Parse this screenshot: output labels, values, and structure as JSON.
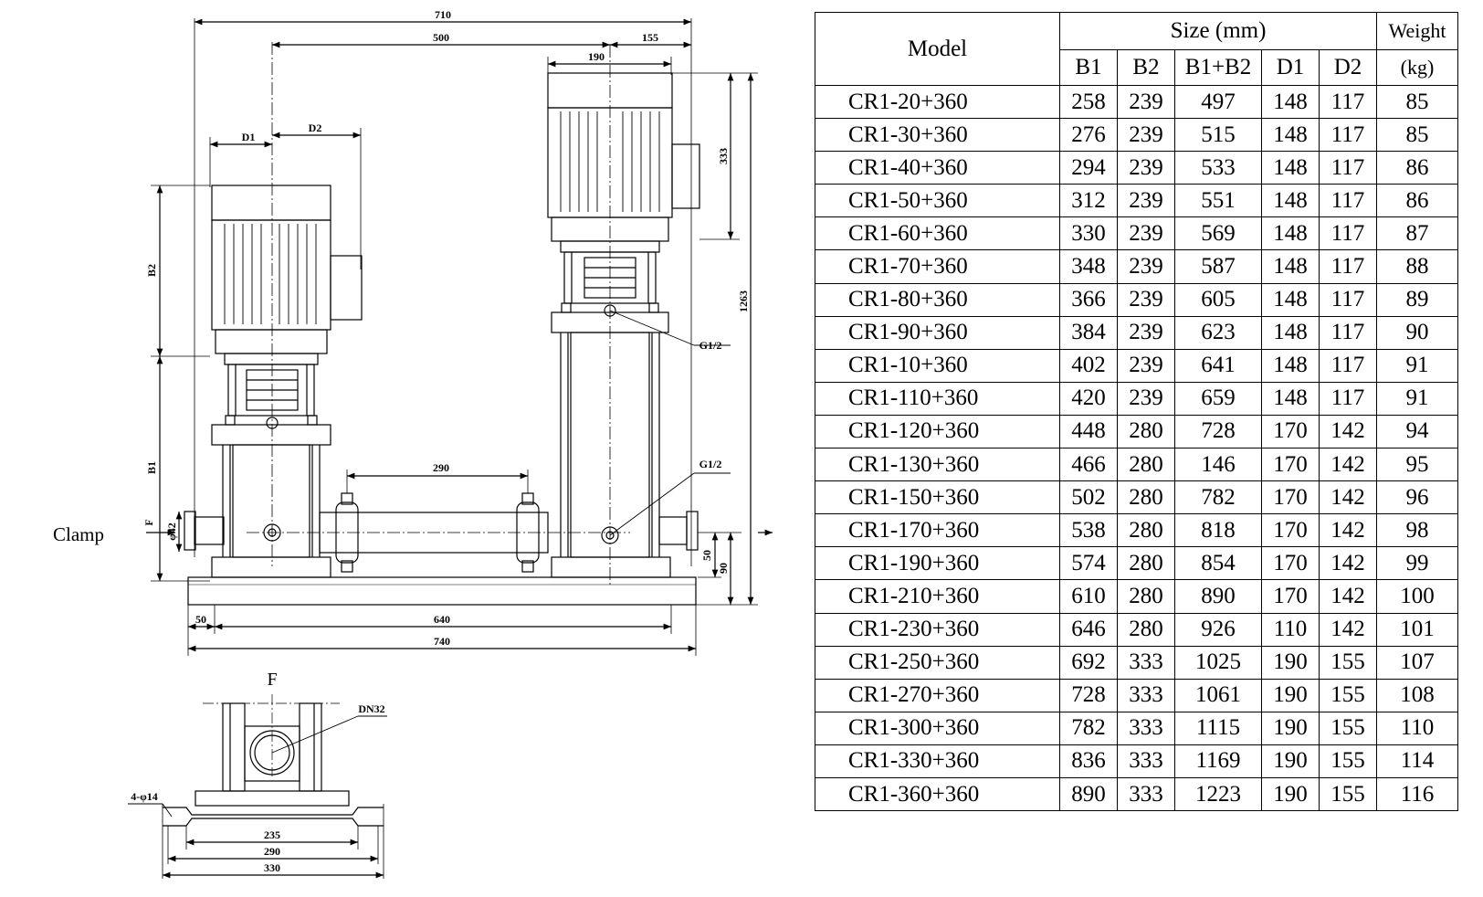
{
  "drawing": {
    "dims": {
      "overall_top": "710",
      "pump_centers": "500",
      "right_offset": "155",
      "motor_width": "190",
      "d1": "D1",
      "d2": "D2",
      "b2": "B2",
      "b1": "B1",
      "motor_height": "333",
      "total_height": "1263",
      "pipe_span": "290",
      "g_upper": "G1/2",
      "g_lower": "G1/2",
      "f_mark": "F",
      "phi": "φ42",
      "h50": "50",
      "h90": "90",
      "base_offset": "50",
      "base_inner": "640",
      "base_outer": "740",
      "view_title": "F",
      "dn": "DN32",
      "holes": "4-φ14",
      "foot_235": "235",
      "foot_290": "290",
      "foot_330": "330"
    },
    "clamp_label": "Clamp"
  },
  "table": {
    "header": {
      "model": "Model",
      "size": "Size (mm)",
      "weight_line1": "Weight",
      "weight_line2": "(kg)",
      "columns": [
        "B1",
        "B2",
        "B1+B2",
        "D1",
        "D2"
      ]
    },
    "rows": [
      {
        "model": "CR1-20+360",
        "b1": "258",
        "b2": "239",
        "sum": "497",
        "d1": "148",
        "d2": "117",
        "weight": "85"
      },
      {
        "model": "CR1-30+360",
        "b1": "276",
        "b2": "239",
        "sum": "515",
        "d1": "148",
        "d2": "117",
        "weight": "85"
      },
      {
        "model": "CR1-40+360",
        "b1": "294",
        "b2": "239",
        "sum": "533",
        "d1": "148",
        "d2": "117",
        "weight": "86"
      },
      {
        "model": "CR1-50+360",
        "b1": "312",
        "b2": "239",
        "sum": "551",
        "d1": "148",
        "d2": "117",
        "weight": "86"
      },
      {
        "model": "CR1-60+360",
        "b1": "330",
        "b2": "239",
        "sum": "569",
        "d1": "148",
        "d2": "117",
        "weight": "87"
      },
      {
        "model": "CR1-70+360",
        "b1": "348",
        "b2": "239",
        "sum": "587",
        "d1": "148",
        "d2": "117",
        "weight": "88"
      },
      {
        "model": "CR1-80+360",
        "b1": "366",
        "b2": "239",
        "sum": "605",
        "d1": "148",
        "d2": "117",
        "weight": "89"
      },
      {
        "model": "CR1-90+360",
        "b1": "384",
        "b2": "239",
        "sum": "623",
        "d1": "148",
        "d2": "117",
        "weight": "90"
      },
      {
        "model": "CR1-10+360",
        "b1": "402",
        "b2": "239",
        "sum": "641",
        "d1": "148",
        "d2": "117",
        "weight": "91"
      },
      {
        "model": "CR1-110+360",
        "b1": "420",
        "b2": "239",
        "sum": "659",
        "d1": "148",
        "d2": "117",
        "weight": "91"
      },
      {
        "model": "CR1-120+360",
        "b1": "448",
        "b2": "280",
        "sum": "728",
        "d1": "170",
        "d2": "142",
        "weight": "94"
      },
      {
        "model": "CR1-130+360",
        "b1": "466",
        "b2": "280",
        "sum": "146",
        "d1": "170",
        "d2": "142",
        "weight": "95"
      },
      {
        "model": "CR1-150+360",
        "b1": "502",
        "b2": "280",
        "sum": "782",
        "d1": "170",
        "d2": "142",
        "weight": "96"
      },
      {
        "model": "CR1-170+360",
        "b1": "538",
        "b2": "280",
        "sum": "818",
        "d1": "170",
        "d2": "142",
        "weight": "98"
      },
      {
        "model": "CR1-190+360",
        "b1": "574",
        "b2": "280",
        "sum": "854",
        "d1": "170",
        "d2": "142",
        "weight": "99"
      },
      {
        "model": "CR1-210+360",
        "b1": "610",
        "b2": "280",
        "sum": "890",
        "d1": "170",
        "d2": "142",
        "weight": "100"
      },
      {
        "model": "CR1-230+360",
        "b1": "646",
        "b2": "280",
        "sum": "926",
        "d1": "110",
        "d2": "142",
        "weight": "101"
      },
      {
        "model": "CR1-250+360",
        "b1": "692",
        "b2": "333",
        "sum": "1025",
        "d1": "190",
        "d2": "155",
        "weight": "107"
      },
      {
        "model": "CR1-270+360",
        "b1": "728",
        "b2": "333",
        "sum": "1061",
        "d1": "190",
        "d2": "155",
        "weight": "108"
      },
      {
        "model": "CR1-300+360",
        "b1": "782",
        "b2": "333",
        "sum": "1115",
        "d1": "190",
        "d2": "155",
        "weight": "110"
      },
      {
        "model": "CR1-330+360",
        "b1": "836",
        "b2": "333",
        "sum": "1169",
        "d1": "190",
        "d2": "155",
        "weight": "114"
      },
      {
        "model": "CR1-360+360",
        "b1": "890",
        "b2": "333",
        "sum": "1223",
        "d1": "190",
        "d2": "155",
        "weight": "116"
      }
    ]
  }
}
